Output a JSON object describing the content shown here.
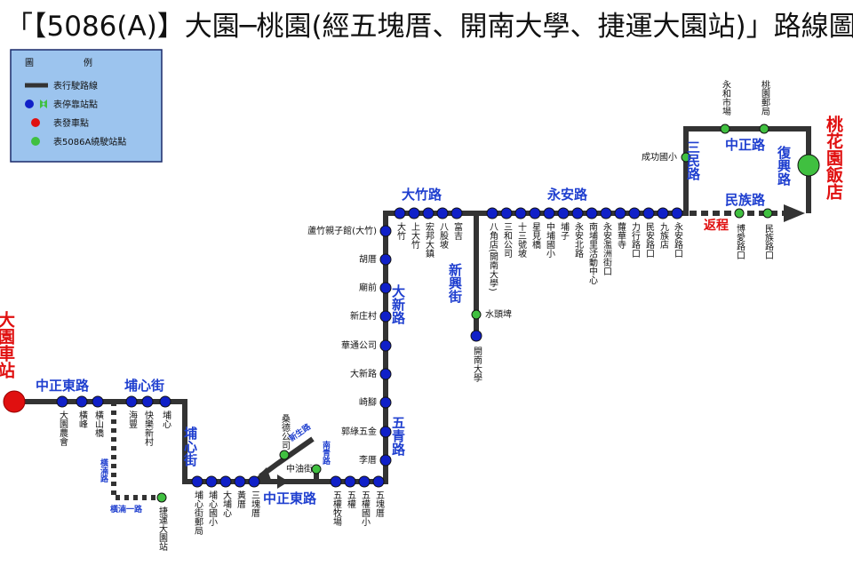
{
  "title": "「【5086(A)】大園─桃園(經五塊厝、開南大學、捷運大園站)」路線圖",
  "legend": {
    "heading_left": "圖",
    "heading_right": "例",
    "items": [
      "表行駛路線",
      "表停靠站點",
      "表發車點",
      "表5086A繞駛站點"
    ]
  },
  "termini": {
    "start": "大園車站",
    "end": "桃花園飯店"
  },
  "return_label": "返程",
  "roads": [
    "中正東路",
    "埔心街",
    "埔心街",
    "中正東路",
    "新生路",
    "南青路",
    "五青路",
    "大新路",
    "大竹路",
    "新興街",
    "永安路",
    "三民路",
    "中正路",
    "復興路",
    "民族路",
    "橫湳路",
    "橫湳一路"
  ],
  "stops": {
    "s1": "大園農會",
    "s2": "橫峰",
    "s3": "橫山橋",
    "s4": "海豐",
    "s5": "快樂新村",
    "s6": "埔心",
    "s7": "捷運大園站",
    "s8": "埔心街郵局",
    "s9": "埔心國小",
    "s10": "大埔心",
    "s11": "黃厝",
    "s12": "三塊厝",
    "s13": "桑德公司",
    "s14": "中油街",
    "s15": "五權牧場",
    "s16": "五權",
    "s17": "五權國小",
    "s18": "五塊厝",
    "s19": "李厝",
    "s20": "郭綠五金",
    "s21": "崎腳",
    "s22": "大新路",
    "s23": "華通公司",
    "s24": "新庄村",
    "s25": "廟前",
    "s26": "胡厝",
    "s27": "蘆竹親子館(大竹)",
    "s28": "大竹",
    "s29": "上大竹",
    "s30": "宏邦大鎮",
    "s31": "八股坡",
    "s32": "富吉",
    "s33": "八角店(開南大學)",
    "s34": "三和公司",
    "s35": "十三號坡",
    "s36": "星見橋",
    "s37": "中埔國小",
    "s38": "埔子",
    "s39": "永安北路",
    "s40": "南埔里活動中心",
    "s41": "永安濫洲街口",
    "s42": "蘿華寺",
    "s43": "力行路口",
    "s44": "民安路口",
    "s45": "九族店",
    "s46": "永安路口",
    "s47": "水頭埤",
    "s48": "開南大學",
    "s49": "成功國小",
    "s50": "永和市場",
    "s51": "桃園郵局",
    "s52": "博愛路口",
    "s53": "民族路口"
  },
  "colors": {
    "route": "#333333",
    "stop": "#1020c8",
    "start_dot": "#e01010",
    "variant_stop": "#40c040",
    "legend_bg": "#9cc4ee",
    "road_label": "#1f3fcf",
    "terminal_label": "#e01010"
  }
}
